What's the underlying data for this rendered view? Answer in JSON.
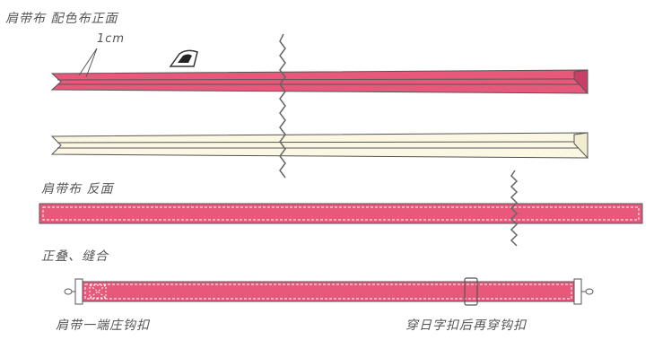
{
  "labels": {
    "title_top": "肩带布  配色布正面",
    "measure": "1cm",
    "title_reverse": "肩带布 反面",
    "step_sew": "正叠、缝合",
    "hook_end": "肩带一端庄钩扣",
    "slider_end": "穿日字扣后再穿钩扣"
  },
  "colors": {
    "pink": "#e8587a",
    "pink_dark": "#c94066",
    "cream": "#fbf7e3",
    "outline": "#555555",
    "zigzag": "#666666"
  },
  "icons": [
    "iron-icon",
    "zigzag-cut-icon",
    "hook-clasp-icon",
    "slider-buckle-icon"
  ]
}
